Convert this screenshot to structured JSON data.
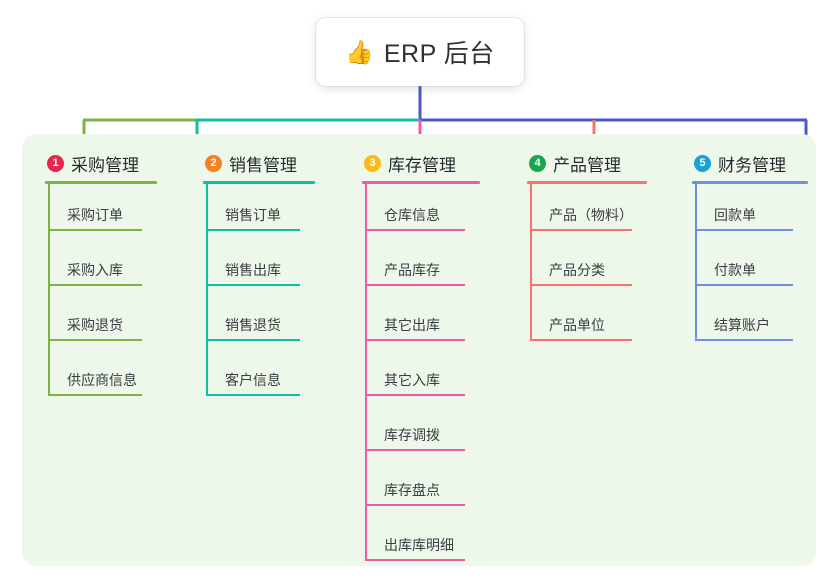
{
  "diagram": {
    "type": "mind-map",
    "root": {
      "icon": "thumbs-up-icon",
      "emoji": "👍",
      "title": "ERP 后台"
    },
    "palette": {
      "panel_bg": "#eef8ea",
      "page_bg": "#ffffff",
      "trunk": "#4a58c8",
      "bus_left": "#7cb342",
      "bus_mid": "#12bfa5",
      "bus_right": "#4a58c8"
    },
    "branches": [
      {
        "index": "1",
        "title": "采购管理",
        "badge_color": "#e8264f",
        "line_color": "#7cb342",
        "drop_color": "#7cb342",
        "children": [
          "采购订单",
          "采购入库",
          "采购退货",
          "供应商信息"
        ]
      },
      {
        "index": "2",
        "title": "销售管理",
        "badge_color": "#f5821f",
        "line_color": "#12bfa5",
        "drop_color": "#12bfa5",
        "children": [
          "销售订单",
          "销售出库",
          "销售退货",
          "客户信息"
        ]
      },
      {
        "index": "3",
        "title": "库存管理",
        "badge_color": "#fcb817",
        "line_color": "#ef5ba1",
        "drop_color": "#ef5ba1",
        "children": [
          "仓库信息",
          "产品库存",
          "其它出库",
          "其它入库",
          "库存调拨",
          "库存盘点",
          "出库库明细"
        ]
      },
      {
        "index": "4",
        "title": "产品管理",
        "badge_color": "#18a84c",
        "line_color": "#f8736f",
        "drop_color": "#f8736f",
        "children": [
          "产品（物料）",
          "产品分类",
          "产品单位"
        ]
      },
      {
        "index": "5",
        "title": "财务管理",
        "badge_color": "#18a2d8",
        "line_color": "#6f8fe0",
        "drop_color": "#4a58c8",
        "children": [
          "回款单",
          "付款单",
          "结算账户"
        ]
      }
    ]
  }
}
